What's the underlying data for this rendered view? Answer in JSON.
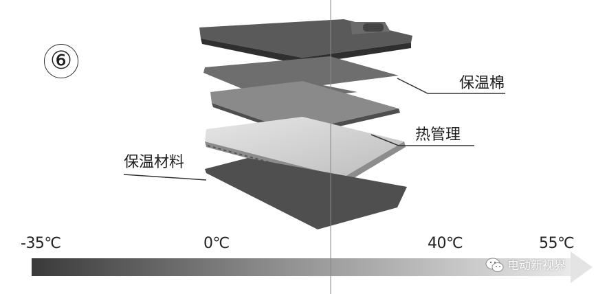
{
  "step_number": "⑥",
  "labels": {
    "insulation_cotton": "保温棉",
    "heat_management": "热管理",
    "insulation_material": "保温材料"
  },
  "temperature_scale": [
    "-35℃",
    "0℃",
    "40℃",
    "55℃"
  ],
  "watermark": "电动新视界",
  "icons": {
    "watermark": "wechat-icon"
  },
  "colors": {
    "arrow_dark": "#2e2e2e",
    "arrow_light": "#eeeeee",
    "layer_dark": "#4a4a4a",
    "layer_light": "#d6d6d6"
  }
}
